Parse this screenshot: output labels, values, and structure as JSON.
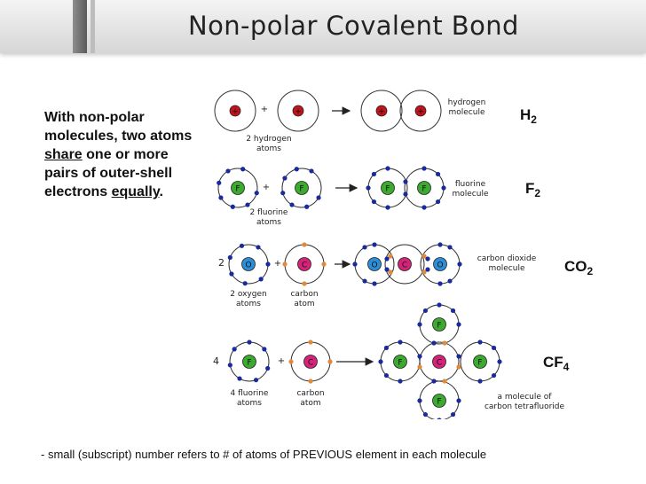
{
  "slide": {
    "title": "Non-polar Covalent Bond",
    "body": {
      "part1": "With non-polar molecules, two atoms ",
      "share": "share",
      "part2": " one or more pairs of outer-shell electrons ",
      "equally": "equally",
      "end": "."
    },
    "footnote": "- small (subscript) number refers to # of atoms of PREVIOUS element in each molecule"
  },
  "diagram": {
    "plus": "+",
    "rows": {
      "h2": {
        "symbol": "+",
        "reactant_label": [
          "2 hydrogen",
          "atoms"
        ],
        "product_label": [
          "hydrogen",
          "molecule"
        ],
        "formula_main": "H",
        "formula_sub": "2"
      },
      "f2": {
        "symbol": "F",
        "reactant_label": [
          "2 fluorine",
          "atoms"
        ],
        "product_label": [
          "fluorine",
          "molecule"
        ],
        "formula_main": "F",
        "formula_sub": "2"
      },
      "co2": {
        "coefficient": "2",
        "symbol_o": "O",
        "symbol_c": "C",
        "reactant_label_o": [
          "2 oxygen",
          "atoms"
        ],
        "reactant_label_c": [
          "carbon",
          "atom"
        ],
        "product_label": [
          "carbon dioxide",
          "molecule"
        ],
        "formula_main": "CO",
        "formula_sub": "2"
      },
      "cf4": {
        "coefficient": "4",
        "symbol_f": "F",
        "symbol_c": "C",
        "reactant_label_f": [
          "4 fluorine",
          "atoms"
        ],
        "reactant_label_c": [
          "carbon",
          "atom"
        ],
        "product_label": [
          "a molecule of",
          "carbon tetrafluoride"
        ],
        "formula_main": "CF",
        "formula_sub": "4"
      }
    },
    "colors": {
      "hydrogen": "#c0141c",
      "fluorine": "#3caa2e",
      "oxygen": "#2a8fd6",
      "carbon": "#d6237a",
      "electron_blue": "#1a2a9c",
      "electron_orange": "#e08a3a"
    }
  }
}
